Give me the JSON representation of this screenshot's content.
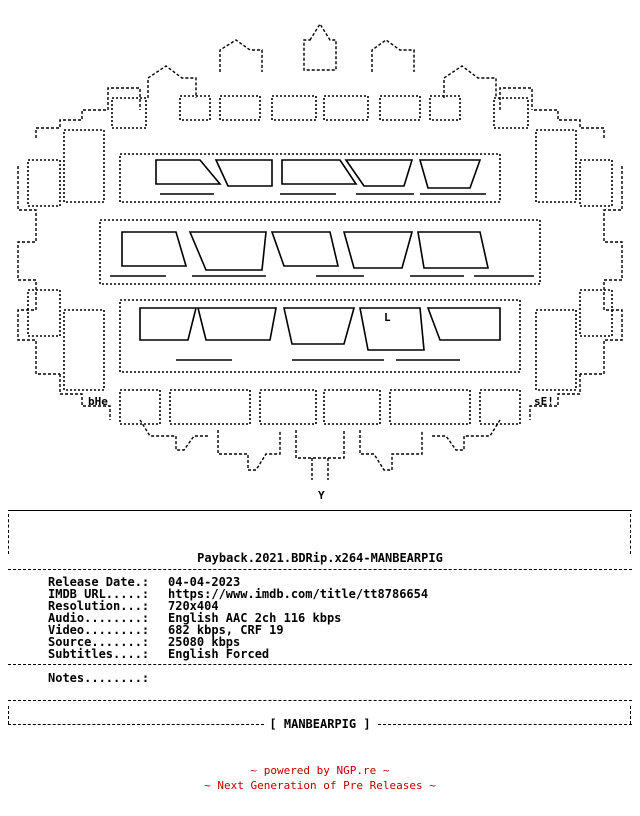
{
  "art": {
    "tag_left": "bHe",
    "tag_right": "sE!",
    "logo_letter": "L",
    "stem_letter": "Y"
  },
  "release": {
    "name": "Payback.2021.BDRip.x264-MANBEARPIG"
  },
  "fields": [
    {
      "label": "Release Date.:",
      "value": "04-04-2023"
    },
    {
      "label": "IMDB URL.....:",
      "value": "https://www.imdb.com/title/tt8786654"
    },
    {
      "label": "Resolution...:",
      "value": "720x404"
    },
    {
      "label": "Audio........:",
      "value": "English AAC 2ch 116 kbps"
    },
    {
      "label": "Video........:",
      "value": "682 kbps, CRF 19"
    },
    {
      "label": "Source.......:",
      "value": "25080 kbps"
    },
    {
      "label": "Subtitles....:",
      "value": "English Forced"
    }
  ],
  "notes": {
    "label": "Notes........:"
  },
  "footer": {
    "group": "[ MANBEARPIG ]"
  },
  "credits": {
    "line1": "~ powered by NGP.re ~",
    "line2": "~ Next Generation of Pre Releases ~"
  },
  "colors": {
    "text": "#000000",
    "credit": "#c00000",
    "background": "#ffffff"
  }
}
